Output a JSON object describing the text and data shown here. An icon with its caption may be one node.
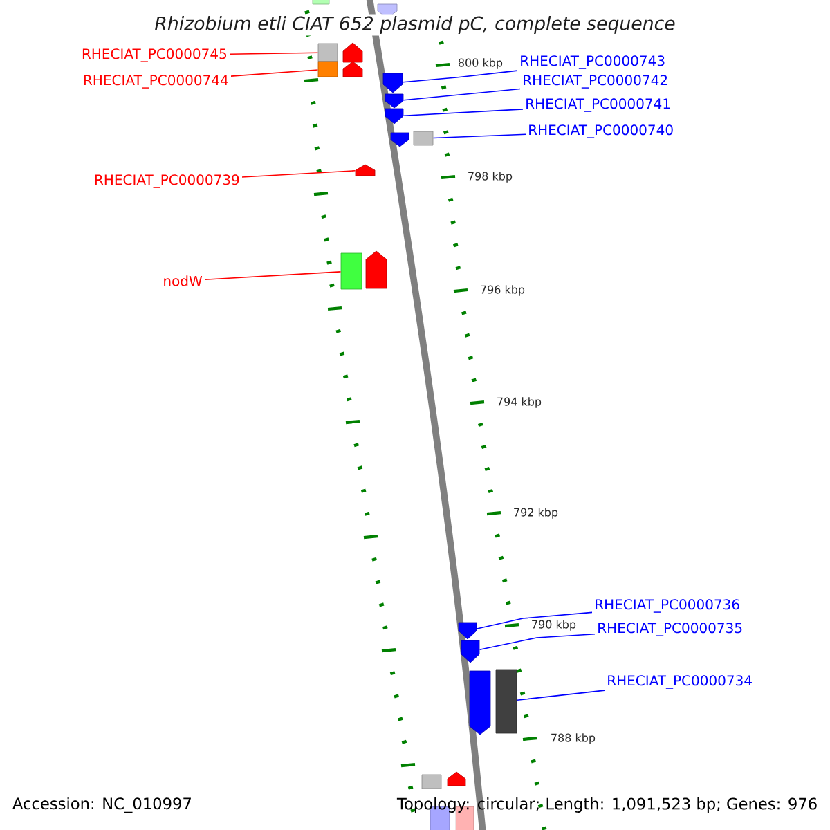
{
  "diagram": {
    "title": "*Rhizobium etli* CIAT 652 plasmid pC, complete sequence",
    "nodes": [
      {
        "text": [
          "RHECIAT_PC0000745"
        ]
      },
      {
        "text": [],
        "shape": "box"
      },
      {
        "text": [
          "RHECIAT_PC0000744"
        ]
      },
      {
        "text": [],
        "shape": "box"
      },
      {
        "text": [
          "RHECIAT_PC0000743"
        ]
      },
      {
        "text": [],
        "shape": "pentagon"
      },
      {
        "text": [
          "RHECIAT_PC0000742"
        ]
      },
      {
        "text": [],
        "shape": "pentagon"
      },
      {
        "text": [
          "RHECIAT_PC0000741"
        ]
      },
      {
        "text": [],
        "shape": "pentagon"
      },
      {
        "text": [
          "RHECIAT_PC0000740"
        ]
      },
      {
        "text": [],
        "shape": "box"
      },
      {
        "text": [
          "RHECIAT_PC0000739"
        ]
      },
      {
        "text": [],
        "shape": "pentagon"
      },
      {
        "text": [
          "nodW"
        ]
      },
      {
        "text": [],
        "shape": "box"
      },
      {
        "text": [
          "RHECIAT_PC0000736"
        ]
      },
      {
        "text": [],
        "shape": "pentagon"
      },
      {
        "text": [
          "RHECIAT_PC0000735"
        ]
      },
      {
        "text": [],
        "shape": "pentagon"
      },
      {
        "text": [
          "RHECIAT_PC0000734"
        ]
      },
      {
        "text": [],
        "shape": "box"
      },
      {
        "text": [],
        "shape": "box"
      },
      {
        "text": [],
        "shape": "pentagon"
      },
      {
        "text": [],
        "shape": "pentagon"
      },
      {
        "text": [],
        "shape": "pentagon"
      },
      {
        "text": [],
        "shape": "pentagon"
      },
      {
        "text": [],
        "shape": "pentagon"
      },
      {
        "text": [],
        "shape": "pentagon"
      },
      {
        "text": [],
        "shape": "box"
      },
      {
        "text": [],
        "shape": "pentagon"
      },
      {
        "text": [],
        "shape": "box"
      },
      {
        "text": [],
        "shape": "box"
      }
    ],
    "edges": [
      {
        "from": 0,
        "to": 1,
        "arrow": "none",
        "color": "#ff0000"
      },
      {
        "from": 2,
        "to": 3,
        "arrow": "none",
        "color": "#ff0000"
      },
      {
        "from": 4,
        "to": 5,
        "arrow": "none",
        "color": "#0000ff"
      },
      {
        "from": 6,
        "to": 7,
        "arrow": "none",
        "color": "#0000ff"
      },
      {
        "from": 8,
        "to": 9,
        "arrow": "none",
        "color": "#0000ff"
      },
      {
        "from": 10,
        "to": 11,
        "arrow": "none",
        "color": "#0000ff"
      },
      {
        "from": 12,
        "to": 13,
        "arrow": "none",
        "color": "#ff0000"
      },
      {
        "from": 14,
        "to": 15,
        "arrow": "none",
        "color": "#ff0000"
      },
      {
        "from": 16,
        "to": 17,
        "arrow": "none",
        "color": "#0000ff"
      },
      {
        "from": 18,
        "to": 19,
        "arrow": "none",
        "color": "#0000ff"
      },
      {
        "from": 20,
        "to": 21,
        "arrow": "none",
        "color": "#0000ff"
      }
    ],
    "labels": [
      "800 kbp",
      "798 kbp",
      "796 kbp",
      "794 kbp",
      "792 kbp",
      "790 kbp",
      "788 kbp",
      "Accession: NC_010997",
      "Topology: circular; Length: 1,091,523 bp; Genes: 976"
    ]
  }
}
